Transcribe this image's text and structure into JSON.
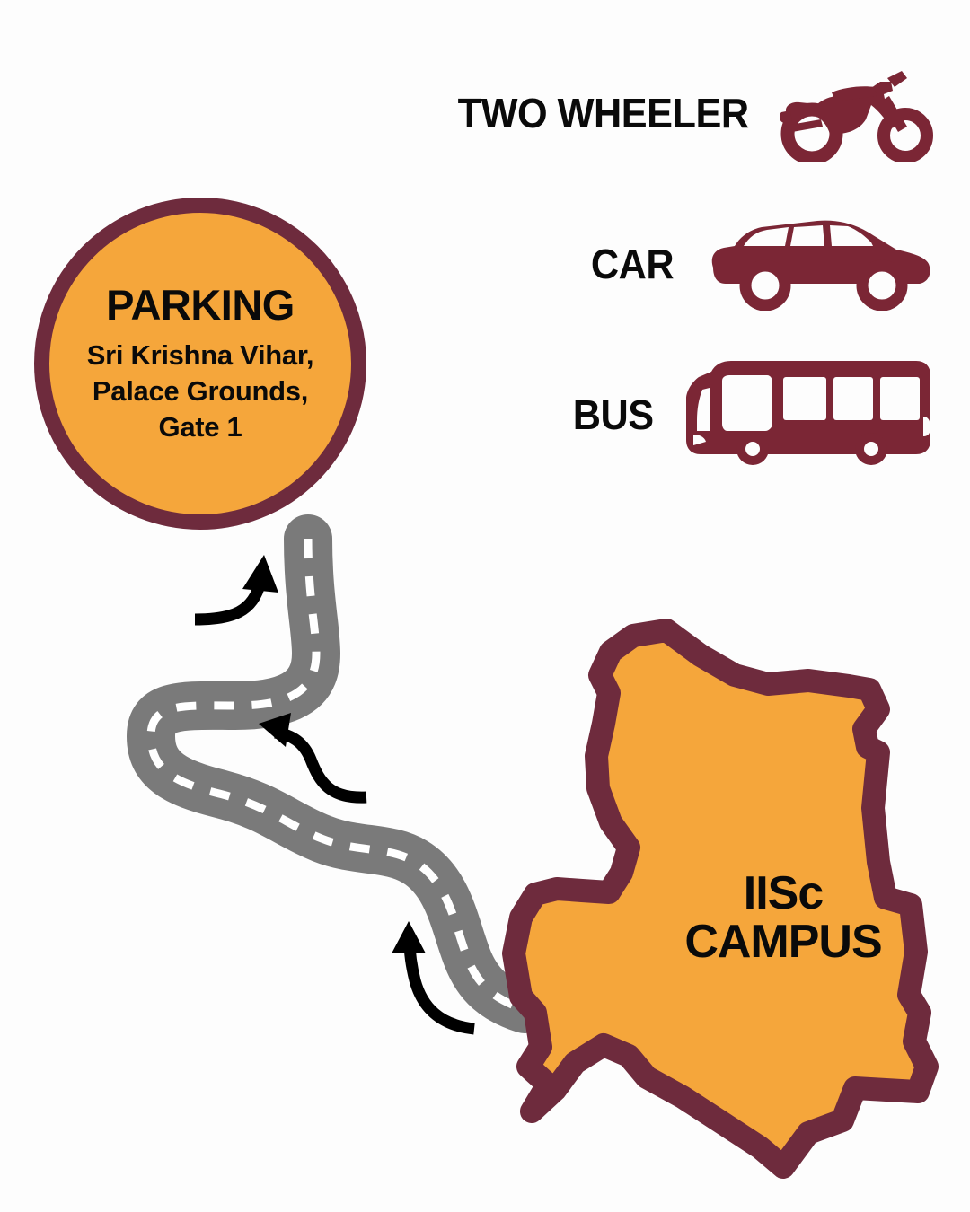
{
  "palette": {
    "background": "#fdfdfd",
    "orange": "#f5a63b",
    "maroon": "#6e2b3d",
    "road_gray": "#7a7a7a",
    "road_dash": "#ffffff",
    "text_black": "#0a0a0a"
  },
  "parking": {
    "title": "PARKING",
    "subtitle": "Sri Krishna Vihar,\nPalace Grounds,\nGate 1",
    "subtitle_lines": [
      "Sri Krishna Vihar,",
      "Palace Grounds,",
      "Gate 1"
    ]
  },
  "legend": {
    "items": [
      {
        "label": "TWO WHEELER",
        "icon": "motorcycle-icon"
      },
      {
        "label": "CAR",
        "icon": "car-icon"
      },
      {
        "label": "BUS",
        "icon": "bus-icon"
      }
    ]
  },
  "campus": {
    "label_line1": "IISc",
    "label_line2": "CAMPUS",
    "label": "IISc CAMPUS"
  },
  "road": {
    "description": "winding road from parking to campus",
    "direction_arrows": 3
  }
}
